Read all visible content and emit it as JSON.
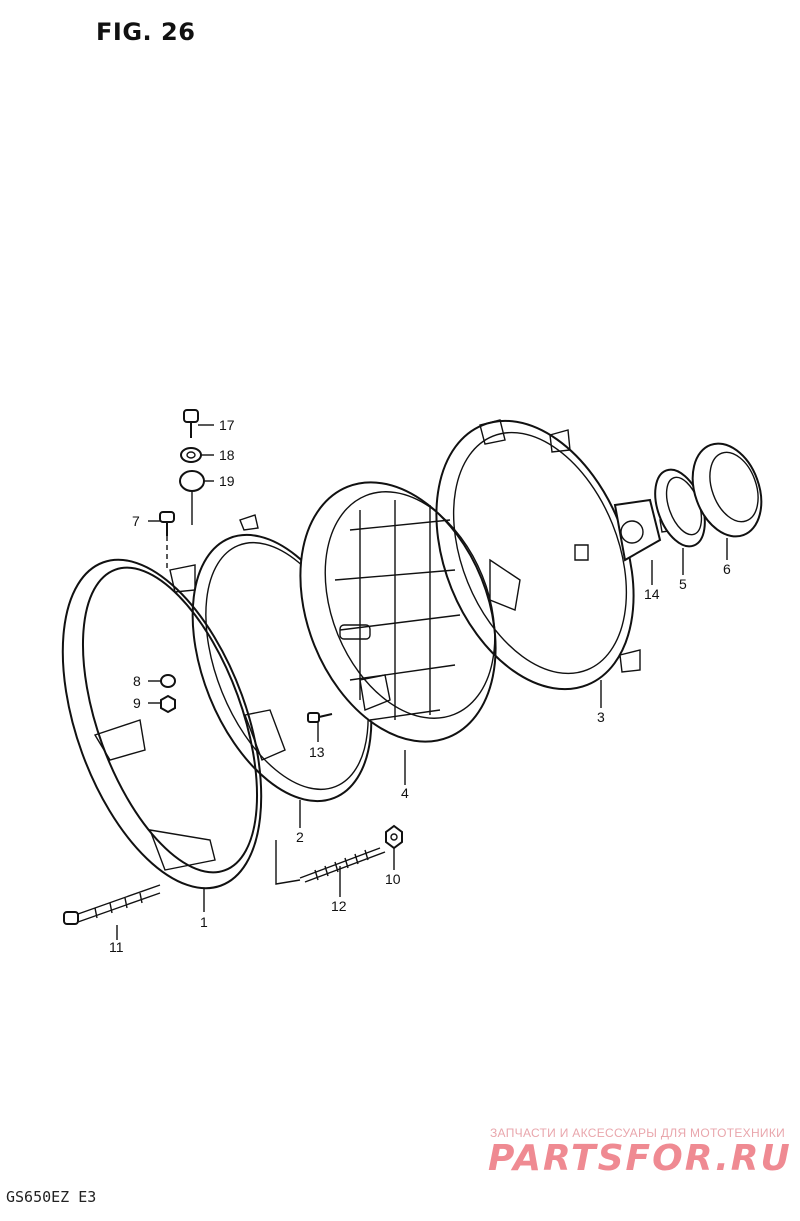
{
  "figure": {
    "title": "FIG. 26"
  },
  "callouts": [
    {
      "id": "1",
      "label": "1"
    },
    {
      "id": "2",
      "label": "2"
    },
    {
      "id": "3",
      "label": "3"
    },
    {
      "id": "4",
      "label": "4"
    },
    {
      "id": "5",
      "label": "5"
    },
    {
      "id": "6",
      "label": "6"
    },
    {
      "id": "7",
      "label": "7"
    },
    {
      "id": "8",
      "label": "8"
    },
    {
      "id": "9",
      "label": "9"
    },
    {
      "id": "10",
      "label": "10"
    },
    {
      "id": "11",
      "label": "11"
    },
    {
      "id": "12",
      "label": "12"
    },
    {
      "id": "13",
      "label": "13"
    },
    {
      "id": "14",
      "label": "14"
    },
    {
      "id": "17",
      "label": "17"
    },
    {
      "id": "18",
      "label": "18"
    },
    {
      "id": "19",
      "label": "19"
    }
  ],
  "watermark": {
    "tagline": "ЗАПЧАСТИ И АКСЕССУАРЫ ДЛЯ МОТОТЕХНИКИ",
    "brand": "PARTSFOR.RU"
  },
  "footer": {
    "model_code": "GS650EZ E3"
  }
}
